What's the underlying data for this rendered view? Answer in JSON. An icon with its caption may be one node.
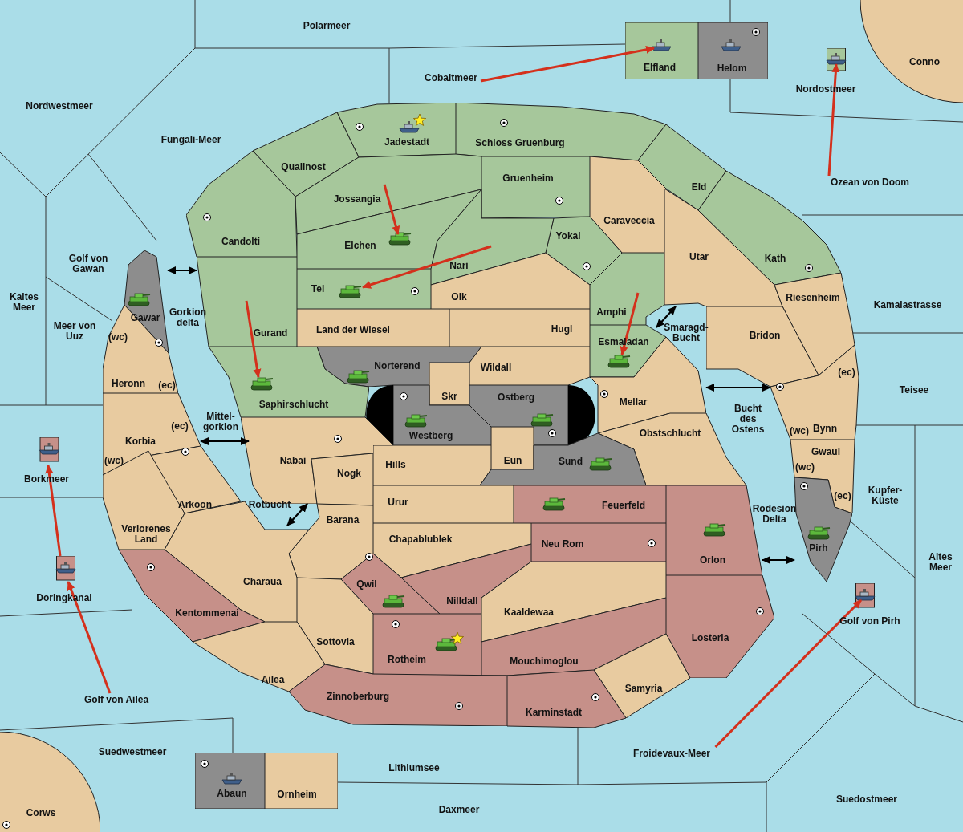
{
  "diagram": {
    "nodes": [
      {
        "text": [
          "Polarmeer"
        ]
      },
      {
        "text": [
          "Elfland"
        ]
      },
      {
        "text": [
          "Helom"
        ]
      },
      {
        "text": [
          "Conno"
        ]
      },
      {
        "text": [
          "Cobaltmeer"
        ]
      },
      {
        "text": [
          "Nordostmeer"
        ]
      },
      {
        "text": [
          "Nordwestmeer"
        ]
      },
      {
        "text": [
          "Jadestadt"
        ]
      },
      {
        "text": [
          "Schloss Gruenburg"
        ]
      },
      {
        "text": [
          "Fungali-Meer"
        ]
      },
      {
        "text": [
          "Qualinost"
        ]
      },
      {
        "text": [
          "Gruenheim"
        ]
      },
      {
        "text": [
          "Eld"
        ]
      },
      {
        "text": [
          "Ozean von Doom"
        ]
      },
      {
        "text": [
          "Jossangia"
        ]
      },
      {
        "text": [
          "Caraveccia"
        ]
      },
      {
        "text": [
          "Candolti"
        ]
      },
      {
        "text": [
          "Elchen"
        ]
      },
      {
        "text": [
          "Yokai"
        ]
      },
      {
        "text": [
          "Golf von Gawan"
        ]
      },
      {
        "text": [
          "Utar"
        ]
      },
      {
        "text": [
          "Kath"
        ]
      },
      {
        "text": [
          "Nari"
        ]
      },
      {
        "text": [
          "Tel"
        ]
      },
      {
        "text": [
          "Olk"
        ]
      },
      {
        "text": [
          "Kaltes Meer"
        ]
      },
      {
        "text": [
          "Riesenheim"
        ]
      },
      {
        "text": [
          "Kamalastrasse"
        ]
      },
      {
        "text": [
          "Amphi"
        ]
      },
      {
        "text": [
          "Gawar"
        ]
      },
      {
        "text": [
          "Gorkion delta"
        ]
      },
      {
        "text": [
          "Meer von Uuz"
        ]
      },
      {
        "text": [
          "Smaragd-Bucht"
        ]
      },
      {
        "text": [
          "Land der Wiesel"
        ]
      },
      {
        "text": [
          "Hugl"
        ]
      },
      {
        "text": [
          "Gurand"
        ]
      },
      {
        "text": [
          "Bridon"
        ]
      },
      {
        "text": [
          "Esmaladan"
        ]
      },
      {
        "text": [
          "(wc)",
          "Heronn",
          "(ec)"
        ]
      },
      {
        "text": [
          "Norterend"
        ]
      },
      {
        "text": [
          "Wildall"
        ]
      },
      {
        "text": [
          "Skr"
        ]
      },
      {
        "text": [
          "(ec)",
          "(wc)",
          "Bynn"
        ]
      },
      {
        "text": [
          "Teisee"
        ]
      },
      {
        "text": [
          "Ostberg"
        ]
      },
      {
        "text": [
          "Mellar"
        ]
      },
      {
        "text": [
          "Saphirschlucht"
        ]
      },
      {
        "text": [
          "Bucht des Ostens"
        ]
      },
      {
        "text": [
          "(ec)",
          "Korbia",
          "(wc)"
        ]
      },
      {
        "text": [
          "Mittel-gorkion"
        ]
      },
      {
        "text": [
          "Westberg"
        ]
      },
      {
        "text": [
          "Obstschlucht"
        ]
      },
      {
        "text": [
          "Gwaul",
          "(wc)",
          "(ec)"
        ]
      },
      {
        "text": [
          "Borkmeer"
        ]
      },
      {
        "text": [
          "Nabai"
        ]
      },
      {
        "text": [
          "Eun"
        ]
      },
      {
        "text": [
          "Hills"
        ]
      },
      {
        "text": [
          "Sund"
        ]
      },
      {
        "text": [
          "Nogk"
        ]
      },
      {
        "text": [
          "Kupfer-Küste"
        ]
      },
      {
        "text": [
          "Urur"
        ]
      },
      {
        "text": [
          "Arkoon"
        ]
      },
      {
        "text": [
          "Rotbucht"
        ]
      },
      {
        "text": [
          "Feuerfeld"
        ]
      },
      {
        "text": [
          "Barana"
        ]
      },
      {
        "text": [
          "Rodesion Delta"
        ]
      },
      {
        "text": [
          "Verlorenes Land"
        ]
      },
      {
        "text": [
          "Chapablublek"
        ]
      },
      {
        "text": [
          "Neu Rom"
        ]
      },
      {
        "text": [
          "Pirh"
        ]
      },
      {
        "text": [
          "Orlon"
        ]
      },
      {
        "text": [
          "Altes Meer"
        ]
      },
      {
        "text": [
          "Charaua"
        ]
      },
      {
        "text": [
          "Qwil"
        ]
      },
      {
        "text": [
          "Doringkanal"
        ]
      },
      {
        "text": [
          "Nilldall"
        ]
      },
      {
        "text": [
          "Kaaldewaa"
        ]
      },
      {
        "text": [
          "Kentommenai"
        ]
      },
      {
        "text": [
          "Golf von Pirh"
        ]
      },
      {
        "text": [
          "Losteria"
        ]
      },
      {
        "text": [
          "Sottovia"
        ]
      },
      {
        "text": [
          "Rotheim"
        ]
      },
      {
        "text": [
          "Mouchimoglou"
        ]
      },
      {
        "text": [
          "Ailea"
        ]
      },
      {
        "text": [
          "Samyria"
        ]
      },
      {
        "text": [
          "Zinnoberburg"
        ]
      },
      {
        "text": [
          "Golf von Ailea"
        ]
      },
      {
        "text": [
          "Karminstadt"
        ]
      },
      {
        "text": [
          "Suedwestmeer"
        ]
      },
      {
        "text": [
          "Froidevaux-Meer"
        ]
      },
      {
        "text": [
          "Lithiumsee"
        ]
      },
      {
        "text": [
          "Abaun"
        ]
      },
      {
        "text": [
          "Ornheim"
        ]
      },
      {
        "text": [
          "Suedostmeer"
        ]
      },
      {
        "text": [
          "Daxmeer"
        ]
      },
      {
        "text": [
          "Corws"
        ]
      }
    ],
    "edges": [
      {
        "from": 4,
        "to": 1,
        "arrow": "to"
      },
      {
        "from": 13,
        "to": 5,
        "arrow": "to"
      },
      {
        "from": 14,
        "to": 17,
        "arrow": "to"
      },
      {
        "from": 22,
        "to": 23,
        "arrow": "to"
      },
      {
        "from": 35,
        "to": 46,
        "arrow": "to"
      },
      {
        "from": 28,
        "to": 37,
        "arrow": "to"
      },
      {
        "from": 86,
        "to": 74,
        "arrow": "to"
      },
      {
        "from": 74,
        "to": 53,
        "arrow": "to"
      },
      {
        "from": 89,
        "to": 78,
        "arrow": "to"
      },
      {
        "from": 29,
        "to": 35,
        "arrow": "both",
        "color": "#000000"
      },
      {
        "from": 48,
        "to": 54,
        "arrow": "both",
        "color": "#000000"
      },
      {
        "from": 72,
        "to": 54,
        "arrow": "both",
        "color": "#000000"
      },
      {
        "from": 37,
        "to": 20,
        "arrow": "both",
        "color": "#000000"
      },
      {
        "from": 45,
        "to": 42,
        "arrow": "both",
        "color": "#000000"
      },
      {
        "from": 70,
        "to": 69,
        "arrow": "both",
        "color": "#000000"
      }
    ]
  }
}
